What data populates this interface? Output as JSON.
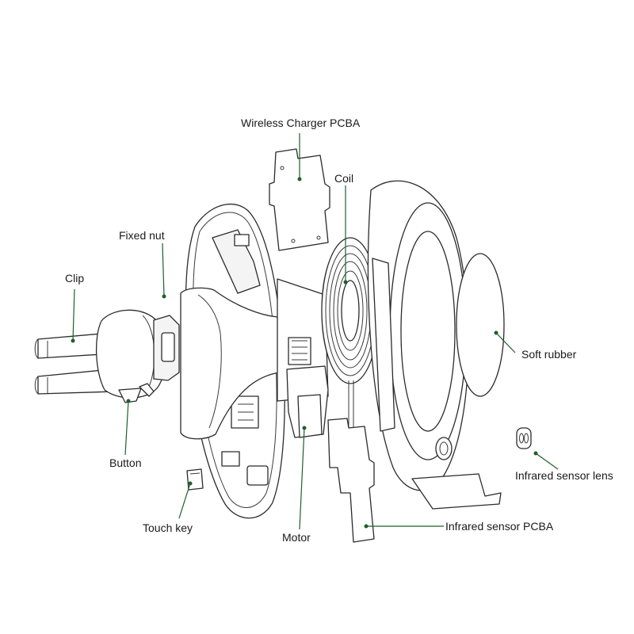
{
  "colors": {
    "leader": "#1f5e2a",
    "outline": "#2b2b2b",
    "background": "#ffffff"
  },
  "labels": {
    "wireless_charger_pcba": "Wireless Charger PCBA",
    "coil": "Coil",
    "fixed_nut": "Fixed nut",
    "clip": "Clip",
    "soft_rubber": "Soft rubber",
    "button": "Button",
    "infrared_sensor_lens": "Infrared sensor lens",
    "touch_key": "Touch key",
    "motor": "Motor",
    "infrared_sensor_pcba": "Infrared sensor PCBA"
  }
}
